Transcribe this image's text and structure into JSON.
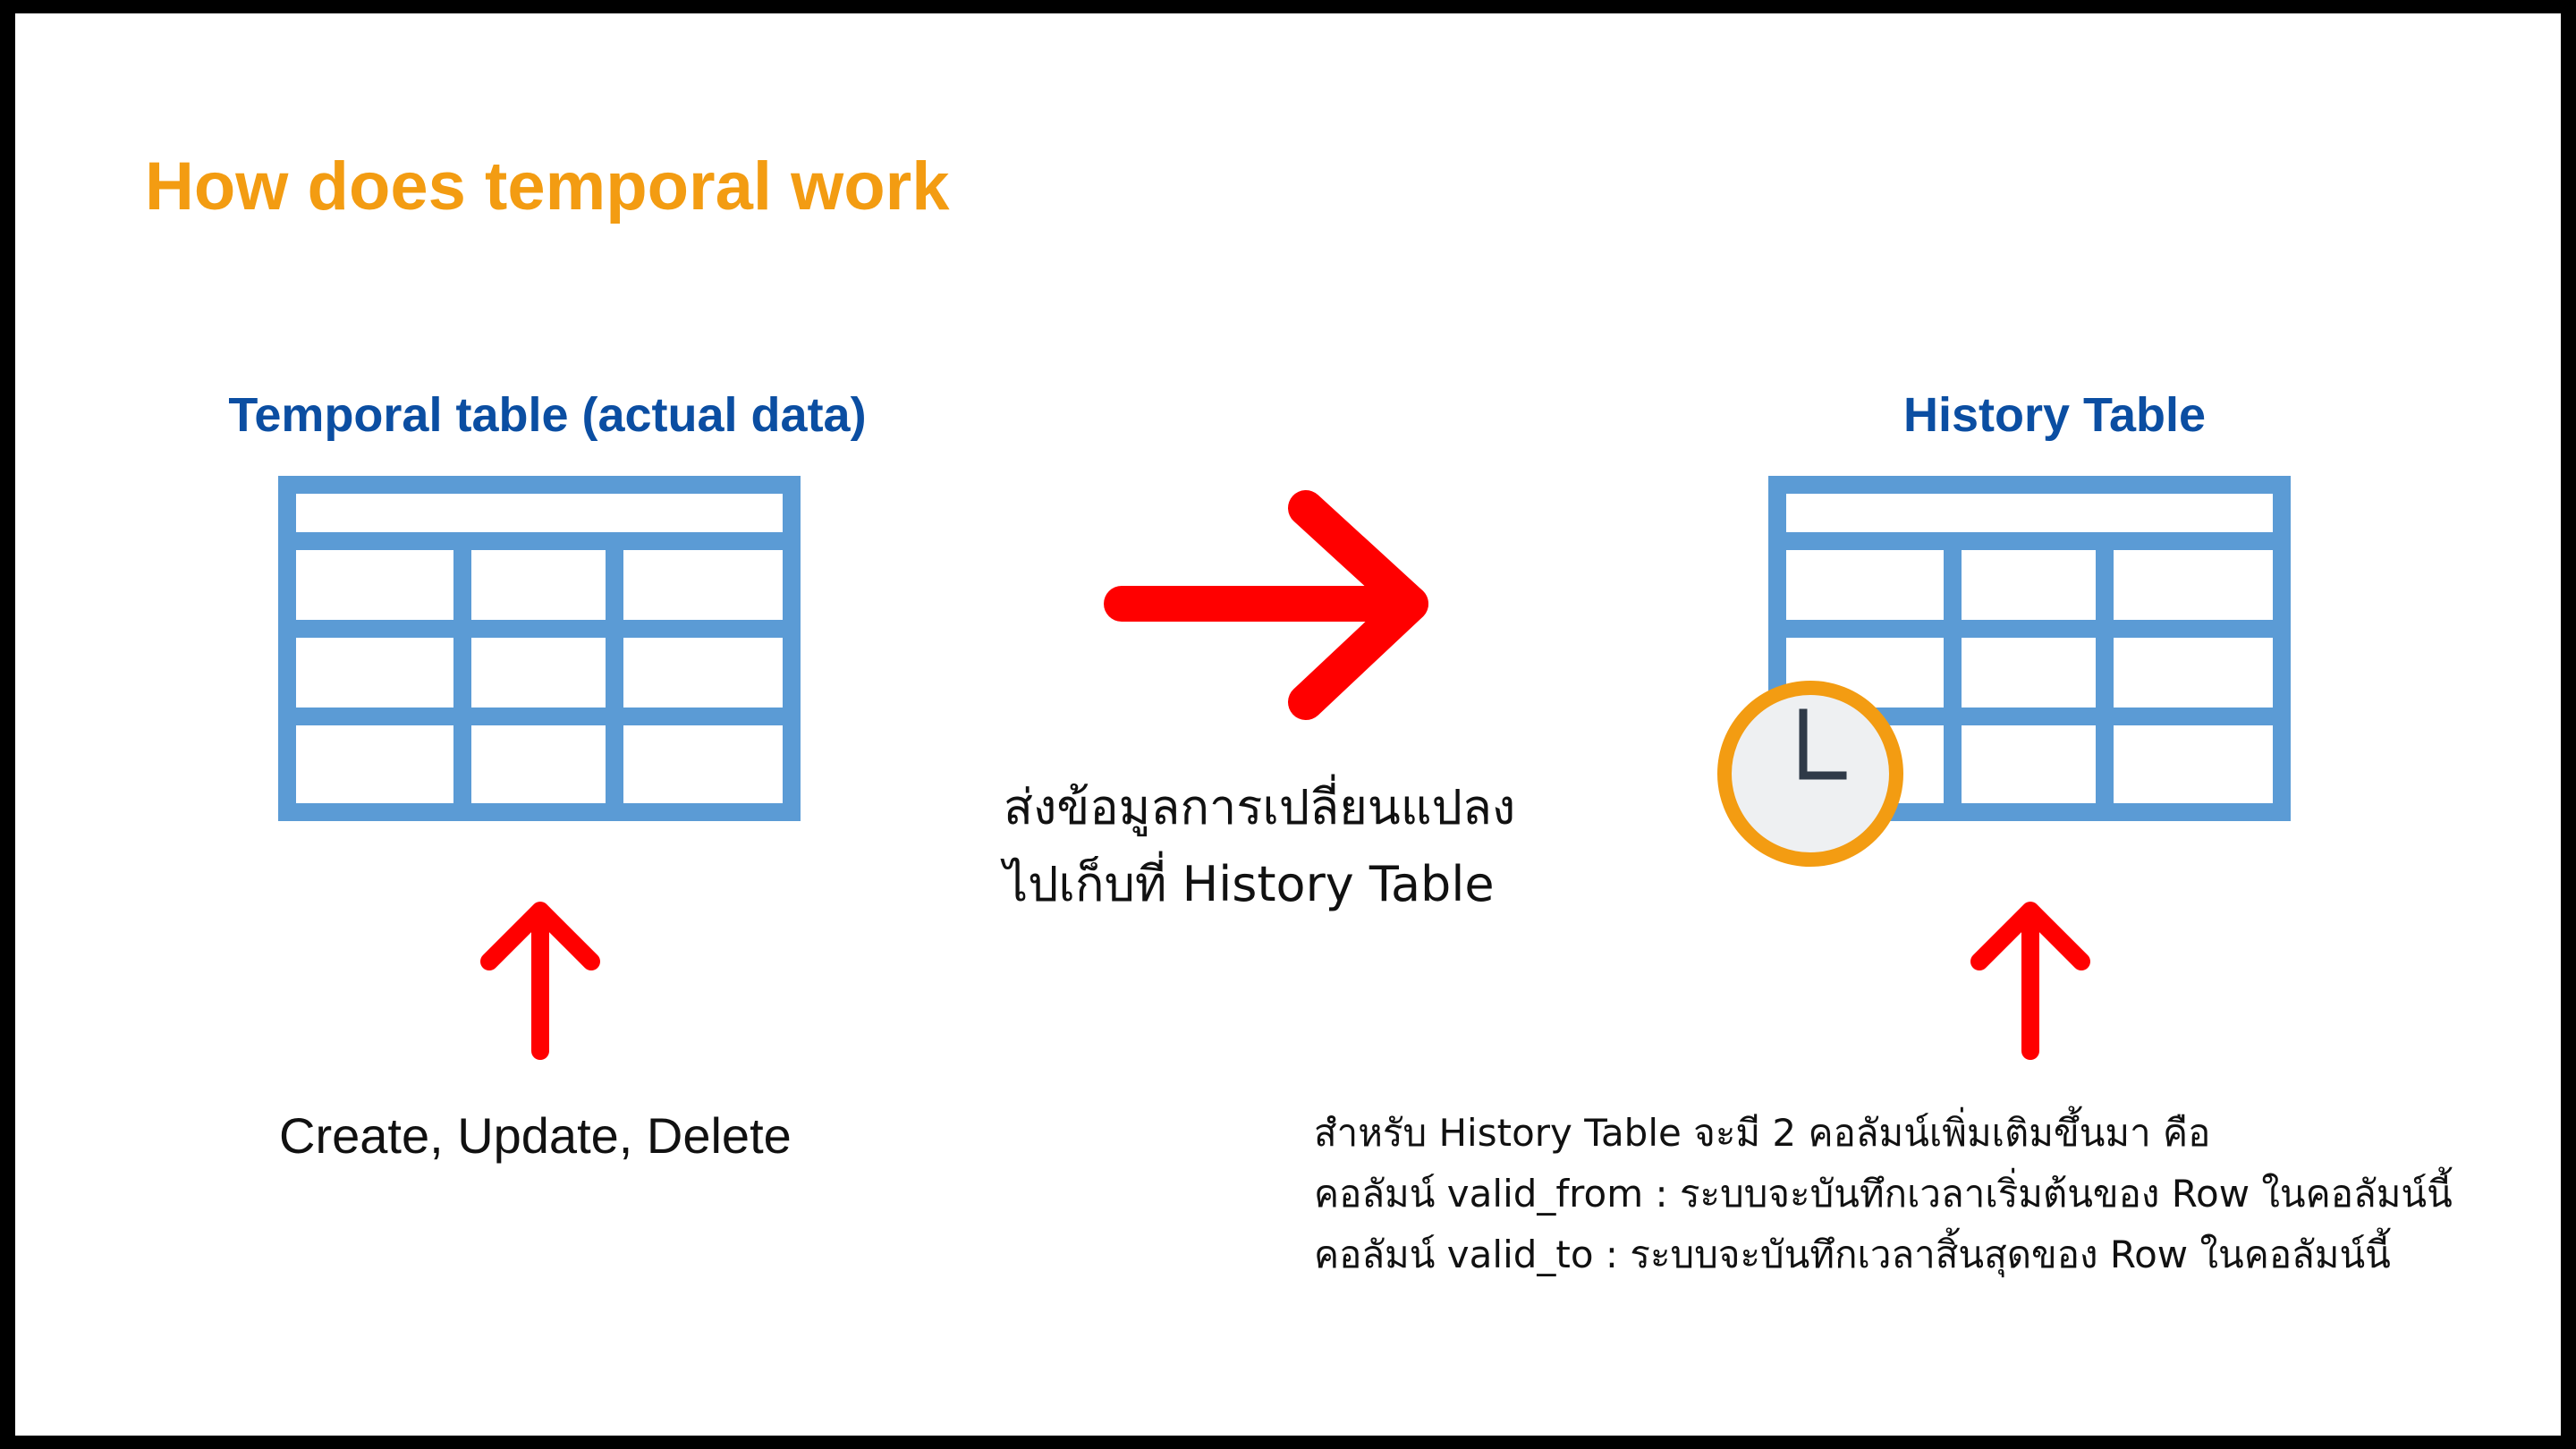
{
  "slide": {
    "title": "How does temporal work",
    "colors": {
      "title": "#f39c12",
      "heading": "#0b4ea2",
      "table_icon": "#5b9bd5",
      "arrow": "#ff0000",
      "clock_ring": "#f39c12",
      "clock_face": "#eef0f2"
    }
  },
  "temporal_table": {
    "title": "Temporal table (actual data)",
    "icon": "table-grid-icon"
  },
  "operations": {
    "label": "Create, Update, Delete",
    "icon": "arrow-up-icon"
  },
  "transfer": {
    "icon": "arrow-right-icon",
    "caption_line1": "ส่งข้อมูลการเปลี่ยนแปลง",
    "caption_line2": "ไปเก็บที่ History Table"
  },
  "history_table": {
    "title": "History Table",
    "icon": "table-grid-icon",
    "badge_icon": "clock-icon"
  },
  "history_note": {
    "icon": "arrow-up-icon",
    "line1": "สำหรับ History Table จะมี 2 คอลัมน์เพิ่มเติมขึ้นมา คือ",
    "line2": "คอลัมน์ valid_from : ระบบจะบันทึกเวลาเริ่มต้นของ Row ในคอลัมน์นี้",
    "line3": "คอลัมน์ valid_to : ระบบจะบันทึกเวลาสิ้นสุดของ Row ในคอลัมน์นี้"
  }
}
